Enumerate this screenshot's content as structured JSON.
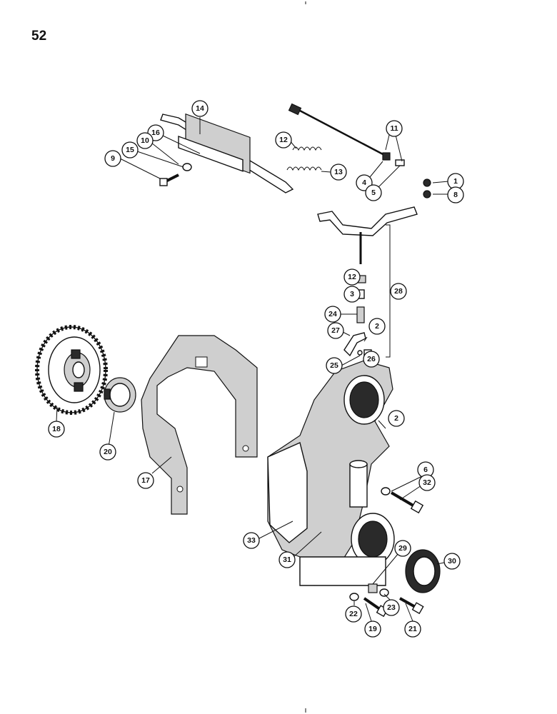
{
  "page": {
    "number": "52"
  },
  "callouts": [
    {
      "id": "c1",
      "label": "1"
    },
    {
      "id": "c2a",
      "label": "2"
    },
    {
      "id": "c2b",
      "label": "2"
    },
    {
      "id": "c3",
      "label": "3"
    },
    {
      "id": "c4",
      "label": "4"
    },
    {
      "id": "c5",
      "label": "5"
    },
    {
      "id": "c6",
      "label": "6"
    },
    {
      "id": "c8",
      "label": "8"
    },
    {
      "id": "c9",
      "label": "9"
    },
    {
      "id": "c10",
      "label": "10"
    },
    {
      "id": "c11",
      "label": "11"
    },
    {
      "id": "c12a",
      "label": "12"
    },
    {
      "id": "c12b",
      "label": "12"
    },
    {
      "id": "c13",
      "label": "13"
    },
    {
      "id": "c14",
      "label": "14"
    },
    {
      "id": "c15",
      "label": "15"
    },
    {
      "id": "c16",
      "label": "16"
    },
    {
      "id": "c17",
      "label": "17"
    },
    {
      "id": "c18",
      "label": "18"
    },
    {
      "id": "c19",
      "label": "19"
    },
    {
      "id": "c20",
      "label": "20"
    },
    {
      "id": "c21",
      "label": "21"
    },
    {
      "id": "c22",
      "label": "22"
    },
    {
      "id": "c23",
      "label": "23"
    },
    {
      "id": "c24",
      "label": "24"
    },
    {
      "id": "c25",
      "label": "25"
    },
    {
      "id": "c26",
      "label": "26"
    },
    {
      "id": "c27",
      "label": "27"
    },
    {
      "id": "c28",
      "label": "28"
    },
    {
      "id": "c29",
      "label": "29"
    },
    {
      "id": "c30",
      "label": "30"
    },
    {
      "id": "c31",
      "label": "31"
    },
    {
      "id": "c32",
      "label": "32"
    },
    {
      "id": "c33",
      "label": "33"
    }
  ]
}
